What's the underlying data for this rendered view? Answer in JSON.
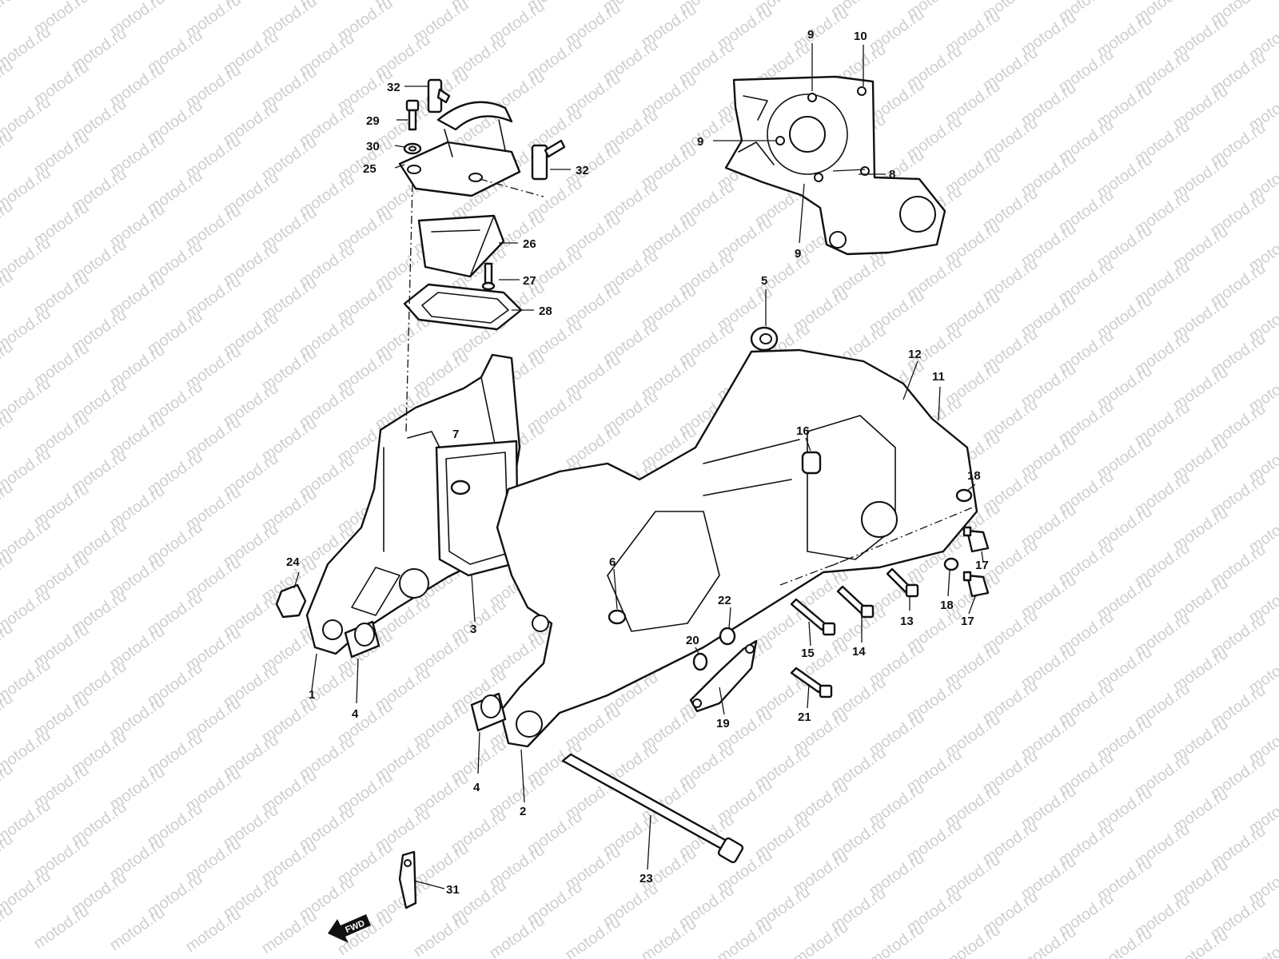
{
  "watermark": "motod.ru",
  "fwd_arrow_label": "FWD",
  "callouts": {
    "c1": "1",
    "c2": "2",
    "c3": "3",
    "c4a": "4",
    "c4b": "4",
    "c5": "5",
    "c6": "6",
    "c7": "7",
    "c8": "8",
    "c9a": "9",
    "c9b": "9",
    "c9c": "9",
    "c10": "10",
    "c11": "11",
    "c12": "12",
    "c13": "13",
    "c14": "14",
    "c15": "15",
    "c16": "16",
    "c17a": "17",
    "c17b": "17",
    "c18a": "18",
    "c18b": "18",
    "c19": "19",
    "c20": "20",
    "c21": "21",
    "c22": "22",
    "c23": "23",
    "c24": "24",
    "c25": "25",
    "c26": "26",
    "c27": "27",
    "c28": "28",
    "c29": "29",
    "c30": "30",
    "c31": "31",
    "c32a": "32",
    "c32b": "32"
  },
  "colors": {
    "line": "#111111",
    "background": "#ffffff",
    "watermark": "#cfcfcf"
  }
}
